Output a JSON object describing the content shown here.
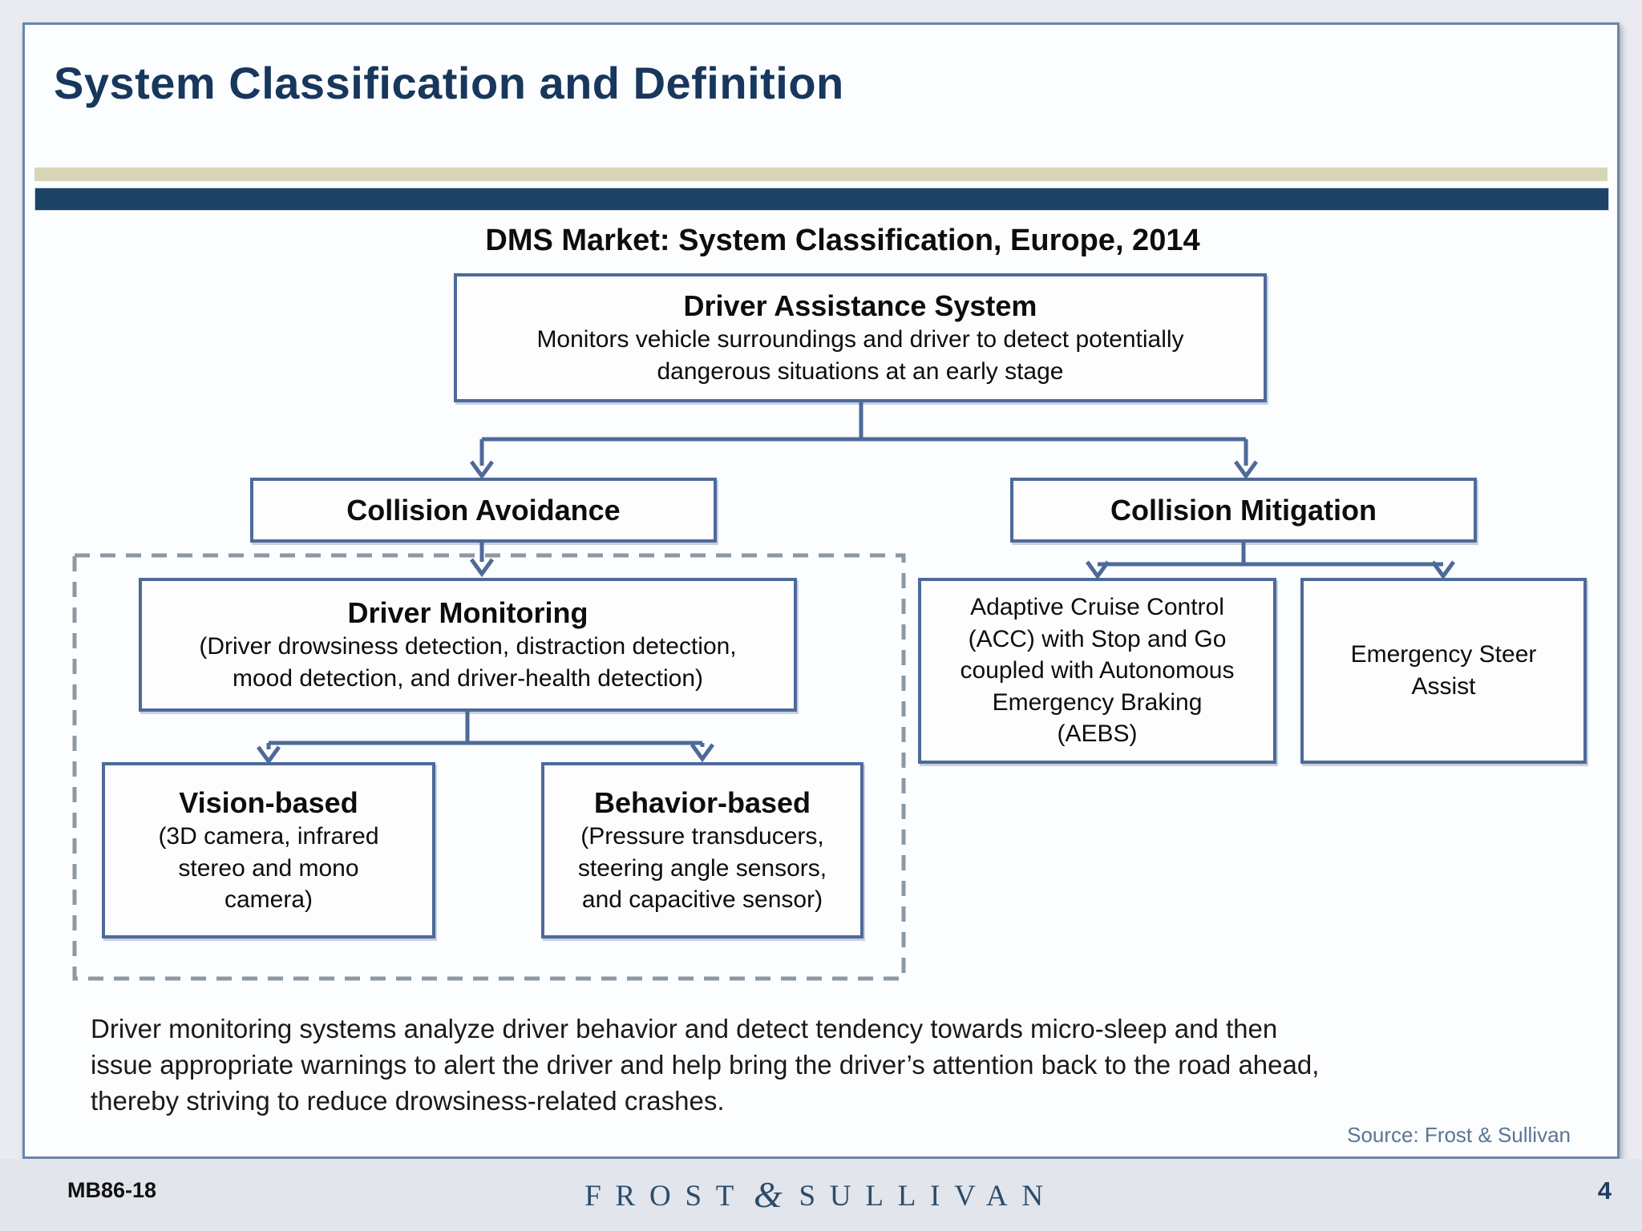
{
  "slide": {
    "title": "System Classification and Definition",
    "paragraph_lines": [
      "Driver monitoring systems analyze driver behavior and detect tendency towards micro-sleep and then",
      "issue appropriate warnings to alert the driver and help bring the driver’s attention back to the road ahead,",
      "thereby striving to reduce drowsiness-related crashes."
    ],
    "source": "Source: Frost & Sullivan"
  },
  "diagram": {
    "title": "DMS Market: System Classification, Europe, 2014",
    "nodes": {
      "driver_assistance": {
        "title": "Driver Assistance System",
        "desc_lines": [
          "Monitors vehicle surroundings and driver to detect potentially",
          "dangerous situations at an early stage"
        ]
      },
      "collision_avoidance": {
        "title": "Collision Avoidance"
      },
      "collision_mitigation": {
        "title": "Collision Mitigation"
      },
      "driver_monitoring": {
        "title": "Driver Monitoring",
        "desc_lines": [
          "(Driver drowsiness detection, distraction detection,",
          "mood detection, and driver-health detection)"
        ]
      },
      "vision_based": {
        "title": "Vision-based",
        "desc_lines": [
          "(3D camera, infrared",
          "stereo and mono",
          "camera)"
        ]
      },
      "behavior_based": {
        "title": "Behavior-based",
        "desc_lines": [
          "(Pressure transducers,",
          "steering angle sensors,",
          "and capacitive sensor)"
        ]
      },
      "acc_aebs": {
        "desc_lines": [
          "Adaptive Cruise Control",
          "(ACC) with Stop and Go",
          "coupled with Autonomous",
          "Emergency Braking",
          "(AEBS)"
        ]
      },
      "emergency_steer_assist": {
        "desc_lines": [
          "Emergency Steer",
          "Assist"
        ]
      }
    }
  },
  "footer": {
    "doc_id": "MB86-18",
    "logo": {
      "left": "FROST",
      "ampersand": "&",
      "right": "SULLIVAN"
    },
    "page_number": "4"
  },
  "colors": {
    "title_navy": "#17375d",
    "bar_olive": "#d6d5b6",
    "bar_navy": "#1c4366",
    "box_border": "#4d6a99",
    "connector": "#4d6a99",
    "dashed_outline": "#8c98a4",
    "source_text": "#5b7694",
    "logo_text": "#2b4d6b",
    "page_bg": "#e9ebf0"
  }
}
